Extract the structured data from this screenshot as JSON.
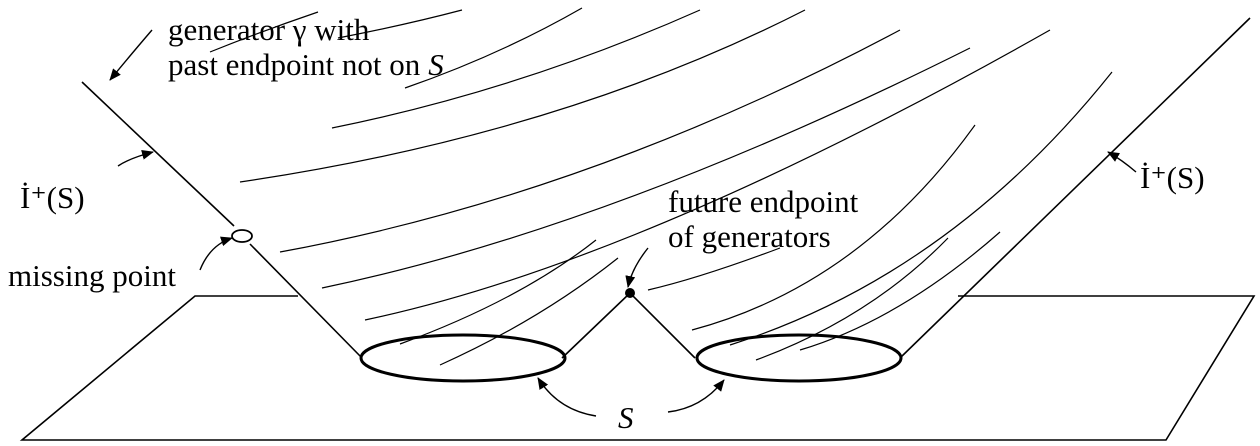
{
  "labels": {
    "generator_line1": "generator γ with",
    "generator_line2": "past endpoint not on",
    "generator_line2_var": "S",
    "boundary_left": "İ⁺(S)",
    "boundary_right": "İ⁺(S)",
    "missing_point": "missing point",
    "future_endpoint_line1": "future endpoint",
    "future_endpoint_line2": "of generators",
    "set_s": "S"
  },
  "colors": {
    "ink": "#000000",
    "background": "#ffffff"
  }
}
